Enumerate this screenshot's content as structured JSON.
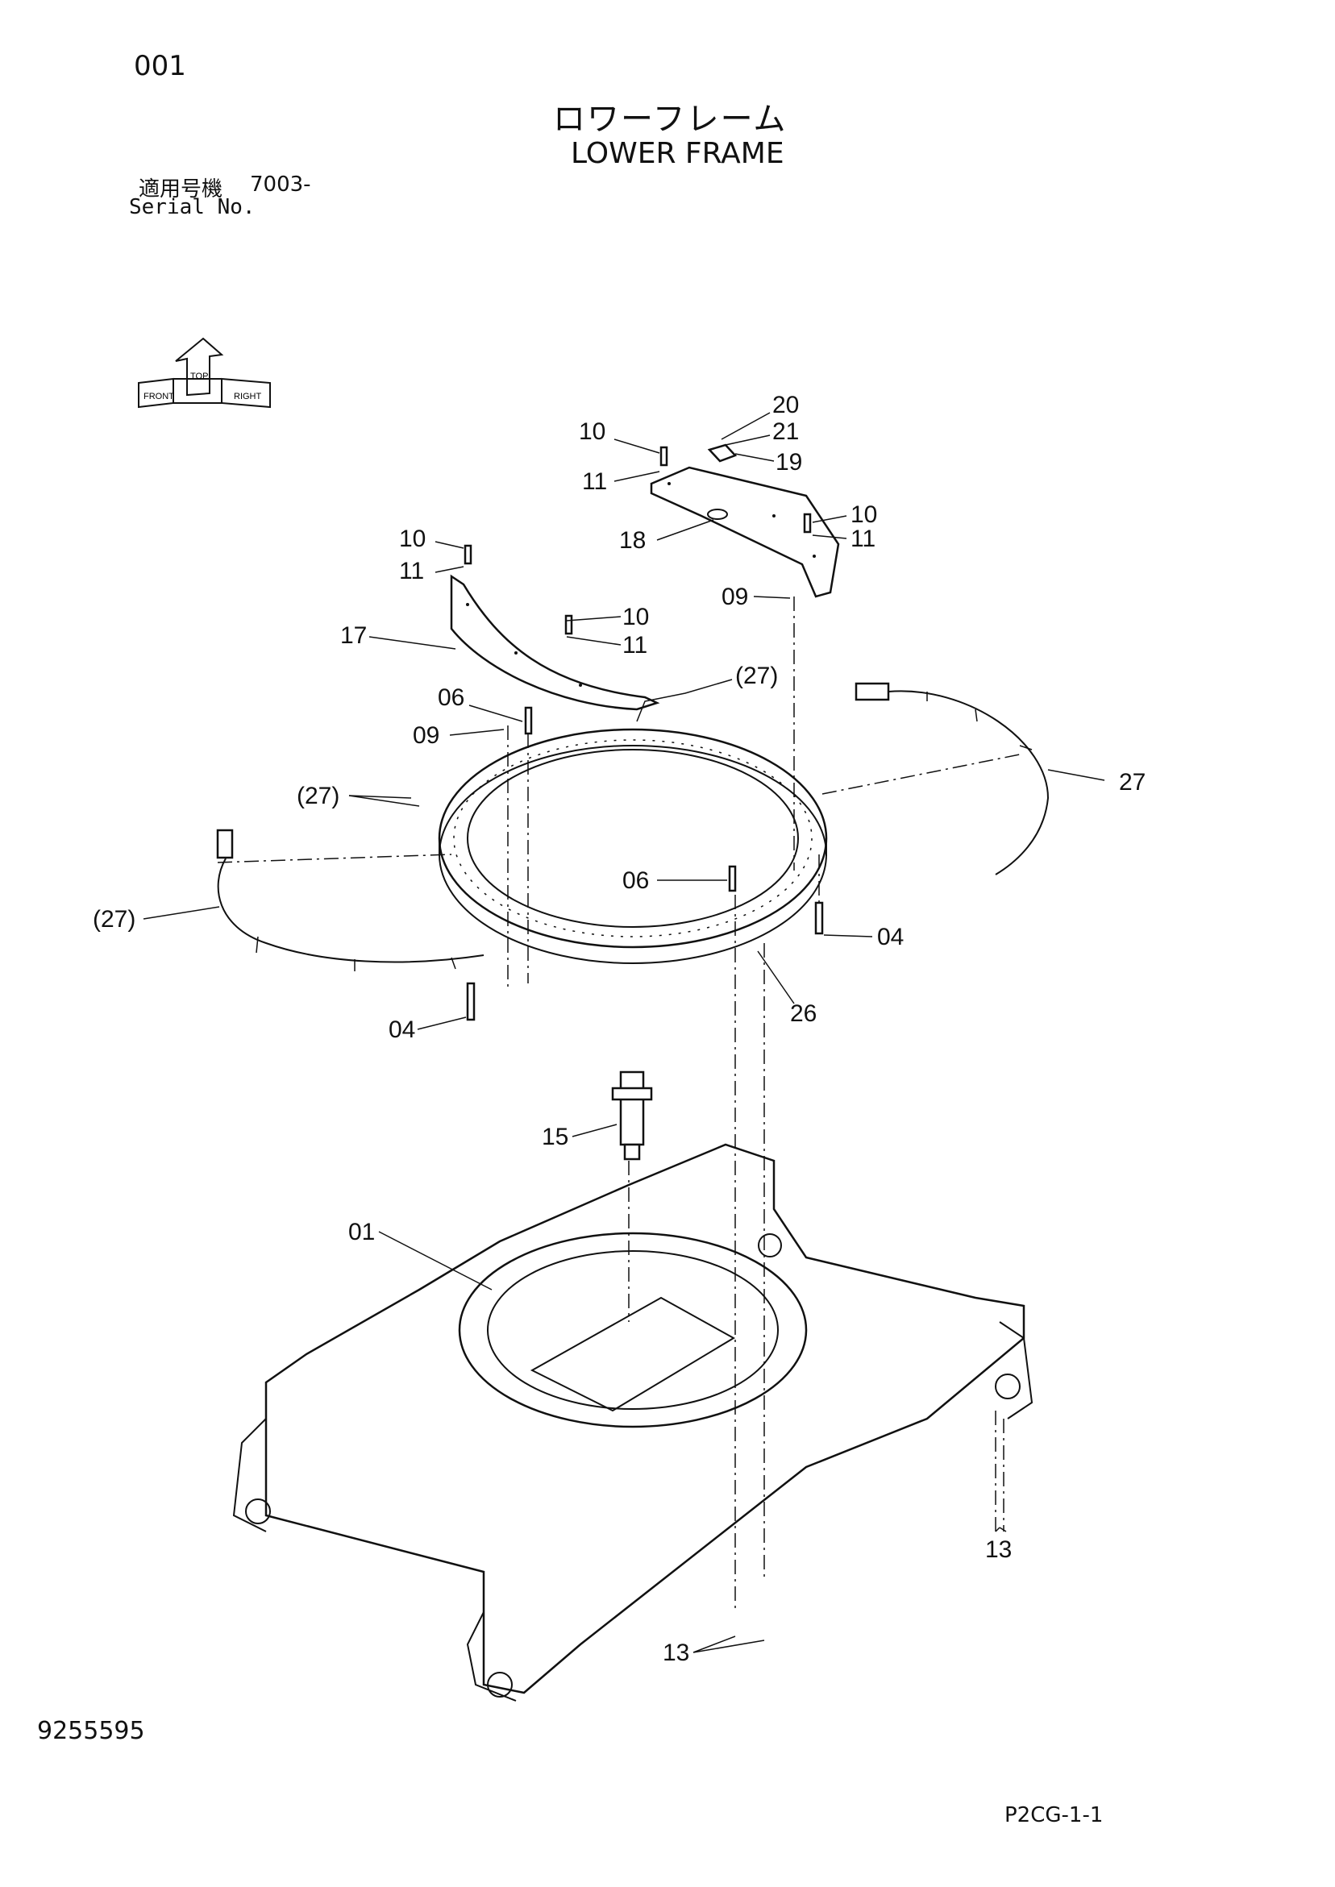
{
  "header": {
    "page_number": "001",
    "title_jp": "ロワーフレーム",
    "title_en": "LOWER FRAME",
    "serial_label_jp": "適用号機",
    "serial_value": "7003-",
    "serial_label_en": "Serial No."
  },
  "orientation_icon": {
    "name": "orientation-arrows-icon",
    "labels": [
      "FRONT",
      "TOP",
      "RIGHT"
    ]
  },
  "callouts": [
    {
      "id": "c20",
      "label": "20"
    },
    {
      "id": "c21",
      "label": "21"
    },
    {
      "id": "c19",
      "label": "19"
    },
    {
      "id": "c10a",
      "label": "10"
    },
    {
      "id": "c11a",
      "label": "11"
    },
    {
      "id": "c18",
      "label": "18"
    },
    {
      "id": "c10b",
      "label": "10"
    },
    {
      "id": "c11b",
      "label": "11"
    },
    {
      "id": "c09a",
      "label": "09"
    },
    {
      "id": "c10c",
      "label": "10"
    },
    {
      "id": "c11c",
      "label": "11"
    },
    {
      "id": "c10d",
      "label": "10"
    },
    {
      "id": "c11d",
      "label": "11"
    },
    {
      "id": "c17",
      "label": "17"
    },
    {
      "id": "c27a",
      "label": "(27)"
    },
    {
      "id": "c06a",
      "label": "06"
    },
    {
      "id": "c09b",
      "label": "09"
    },
    {
      "id": "c27b",
      "label": "27"
    },
    {
      "id": "c27c",
      "label": "(27)"
    },
    {
      "id": "c06b",
      "label": "06"
    },
    {
      "id": "c27d",
      "label": "(27)"
    },
    {
      "id": "c04a",
      "label": "04"
    },
    {
      "id": "c26",
      "label": "26"
    },
    {
      "id": "c04b",
      "label": "04"
    },
    {
      "id": "c15",
      "label": "15"
    },
    {
      "id": "c01",
      "label": "01"
    },
    {
      "id": "c13a",
      "label": "13"
    },
    {
      "id": "c13b",
      "label": "13"
    }
  ],
  "footer": {
    "doc_number": "9255595",
    "page_code": "P2CG-1-1"
  }
}
